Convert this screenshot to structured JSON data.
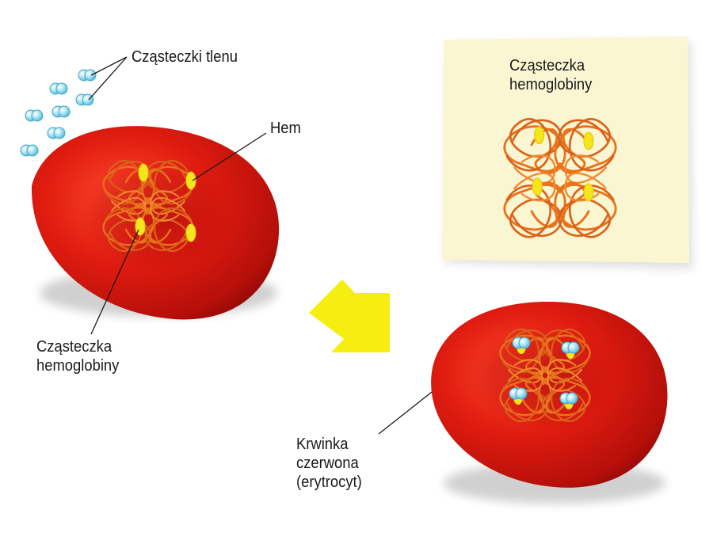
{
  "labels": {
    "oxygen_molecules": "Cząsteczki tlenu",
    "heme": "Hem",
    "hemoglobin_left": [
      "Cząsteczka",
      "hemoglobiny"
    ],
    "hemoglobin_panel": [
      "Cząsteczka",
      "hemoglobiny"
    ],
    "red_blood_cell": [
      "Krwinka",
      "czerwona",
      "(erytrocyt)"
    ]
  },
  "colors": {
    "cell": "#d7170f",
    "cell_dark": "#8f0a08",
    "protein_chain": "#e8731c",
    "heme": "#f5e51c",
    "oxygen": "#7fd3ea",
    "arrow": "#f6ee10",
    "panel": "#fbf6d2"
  },
  "icons": [
    "oxygen-molecule-icon",
    "heme-icon",
    "arrow-icon"
  ]
}
